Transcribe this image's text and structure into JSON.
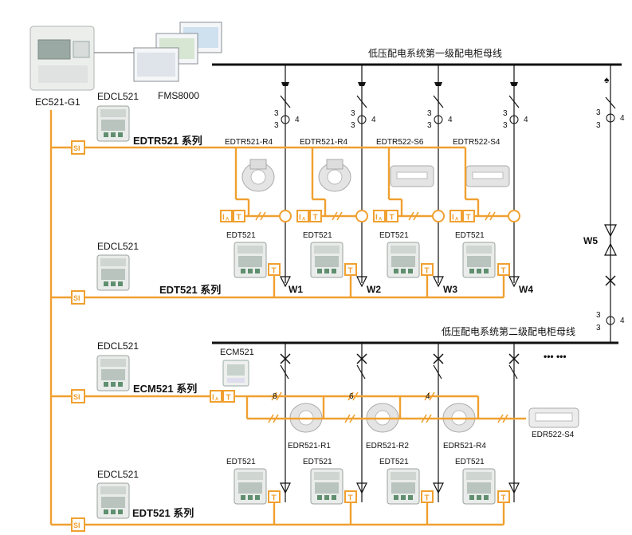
{
  "devices": {
    "controller": "EC521-G1",
    "software": "FMS8000",
    "edcl": "EDCL521"
  },
  "bus1": {
    "title": "低压配电系统第一级配电柜母线",
    "series_top": "EDTR521 系列",
    "series_bottom": "EDT521 系列",
    "sensors": [
      "EDTR521-R4",
      "EDTR521-R4",
      "EDTR522-S6",
      "EDTR522-S4"
    ],
    "units": [
      "EDT521",
      "EDT521",
      "EDT521",
      "EDT521"
    ],
    "feeders": [
      "W1",
      "W2",
      "W3",
      "W4"
    ],
    "w5": "W5"
  },
  "bus2": {
    "title": "低压配电系统第二级配电柜母线",
    "ecm": "ECM521",
    "series_ecm": "ECM521 系列",
    "series_edt": "EDT521 系列",
    "counts": [
      "8",
      "6",
      "4"
    ],
    "rings": [
      "EDR521-R1",
      "EDR521-R2",
      "EDR521-R4",
      "EDR522-S4"
    ],
    "units": [
      "EDT521",
      "EDT521",
      "EDT521",
      "EDT521"
    ],
    "ellipsis": "••• •••"
  },
  "glyphs": {
    "si": "SI",
    "ia": "I",
    "ia_sub": "A",
    "t": "T",
    "n3": "3",
    "n4": "4"
  },
  "colors": {
    "bus": "#f0a030",
    "line": "#111111",
    "device": "#cccccc"
  }
}
